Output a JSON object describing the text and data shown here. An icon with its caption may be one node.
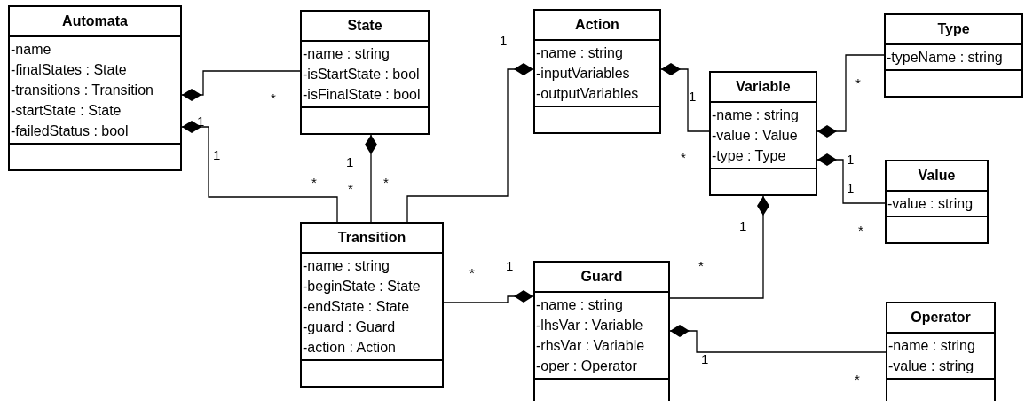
{
  "diagram": {
    "nodes": [
      {
        "text": [
          "Automata",
          "-name",
          "-finalStates : State",
          "-transitions : Transition",
          "-startState : State",
          "-failedStatus : bool"
        ]
      },
      {
        "text": [
          "State",
          "-name : string",
          "-isStartState : bool",
          "-isFinalState : bool"
        ]
      },
      {
        "text": [
          "Action",
          "-name : string",
          "-inputVariables",
          "-outputVariables"
        ]
      },
      {
        "text": [
          "Type",
          "-typeName : string"
        ]
      },
      {
        "text": [
          "Variable",
          "-name : string",
          "-value : Value",
          "-type : Type"
        ]
      },
      {
        "text": [
          "Value",
          "-value : string"
        ]
      },
      {
        "text": [
          "Transition",
          "-name : string",
          "-beginState : State",
          "-endState : State",
          "-guard : Guard",
          "-action : Action"
        ]
      },
      {
        "text": [
          "Guard",
          "-name : string",
          "-lhsVar : Variable",
          "-rhsVar : Variable",
          "-oper : Operator"
        ]
      },
      {
        "text": [
          "Operator",
          "-name : string",
          "-value : string"
        ]
      }
    ],
    "edges": [
      {
        "from": 0,
        "to": 1,
        "arrow": "other"
      },
      {
        "from": 0,
        "to": 6,
        "arrow": "other"
      },
      {
        "from": 1,
        "to": 6,
        "arrow": "other"
      },
      {
        "from": 2,
        "to": 6,
        "arrow": "other"
      },
      {
        "from": 2,
        "to": 4,
        "arrow": "other"
      },
      {
        "from": 4,
        "to": 3,
        "arrow": "other"
      },
      {
        "from": 4,
        "to": 5,
        "arrow": "other"
      },
      {
        "from": 4,
        "to": 7,
        "arrow": "other"
      },
      {
        "from": 7,
        "to": 6,
        "arrow": "other"
      },
      {
        "from": 7,
        "to": 8,
        "arrow": "other"
      }
    ],
    "labels": [
      "1",
      "*",
      "*",
      "1",
      "1",
      "*",
      "1",
      "1",
      "1",
      "*",
      "*",
      "*",
      "1",
      "1",
      "*",
      "*",
      "1",
      "*",
      "1",
      "*"
    ]
  }
}
